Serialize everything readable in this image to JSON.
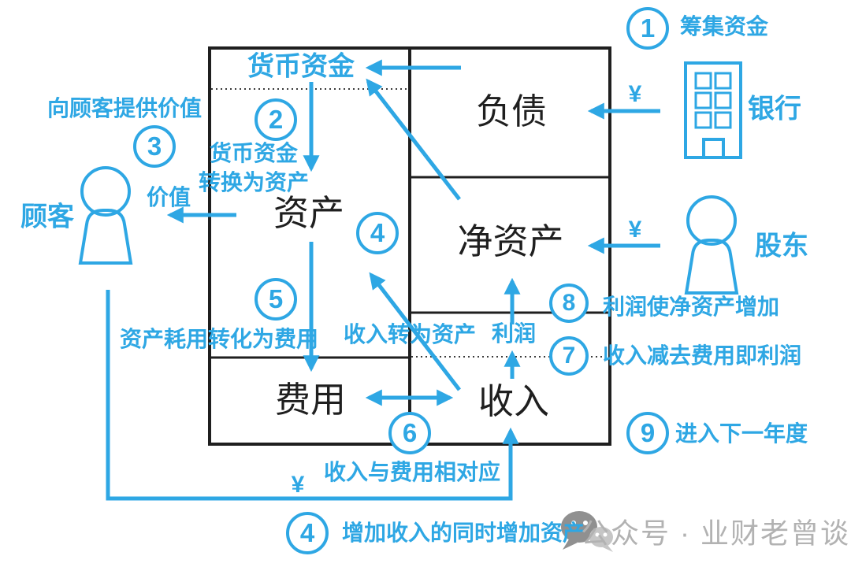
{
  "colors": {
    "blue": "#2EA7E4",
    "ink": "#1F1F1F",
    "gray": "#B2B2B2"
  },
  "ledger": {
    "cash": "货币资金",
    "assets": "资产",
    "expenses": "费用",
    "liabilities": "负债",
    "net_assets": "净资产",
    "profit": "利润",
    "revenue": "收入"
  },
  "entities": {
    "bank": "银行",
    "shareholder": "股东",
    "customer": "顾客"
  },
  "currency": {
    "bank": "¥",
    "shareholder": "¥",
    "customer": "¥"
  },
  "steps": {
    "s1": {
      "num": "1",
      "label": "筹集资金"
    },
    "s2": {
      "num": "2",
      "label_line1": "货币资金",
      "label_line2": "转换为资产"
    },
    "s3": {
      "num": "3",
      "label": "向顾客提供价值",
      "value_label": "价值"
    },
    "s4a": {
      "num": "4",
      "label": "收入转为资产"
    },
    "s4b": {
      "num": "4",
      "label": "增加收入的同时增加资产"
    },
    "s5": {
      "num": "5",
      "label": "资产耗用转化为费用"
    },
    "s6": {
      "num": "6",
      "label": "收入与费用相对应"
    },
    "s7": {
      "num": "7",
      "label": "收入减去费用即利润"
    },
    "s8": {
      "num": "8",
      "label": "利润使净资产增加"
    },
    "s9": {
      "num": "9",
      "label": "进入下一年度"
    }
  },
  "icons": {
    "bank": "bank-building-icon",
    "customer": "person-icon",
    "shareholder": "person-icon",
    "watermark": "wechat-icon"
  },
  "watermark": "公众号 · 业财老曾谈"
}
